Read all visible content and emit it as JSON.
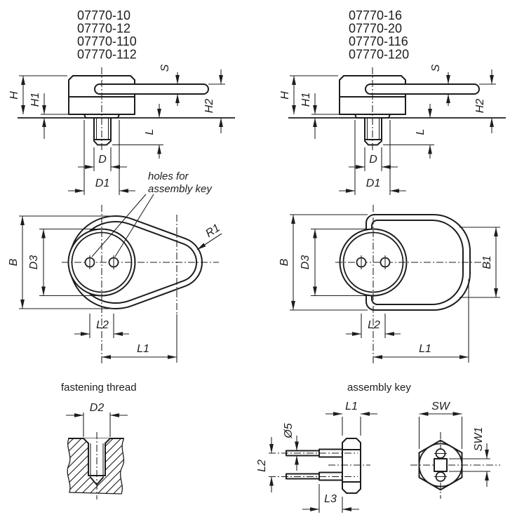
{
  "drawing": {
    "series_left": [
      "07770-10",
      "07770-12",
      "07770-110",
      "07770-112"
    ],
    "series_right": [
      "07770-16",
      "07770-20",
      "07770-116",
      "07770-120"
    ],
    "dims": {
      "h": "H",
      "h1": "H1",
      "h2": "H2",
      "s": "S",
      "l": "L",
      "d": "D",
      "d1": "D1",
      "b": "B",
      "b1": "B1",
      "d3": "D3",
      "l1": "L1",
      "l2": "L2",
      "l3": "L3",
      "r1": "R1",
      "d2": "D2",
      "dia5": "Ø5",
      "sw": "SW",
      "sw1": "SW1"
    },
    "notes": {
      "holes_line1": "holes for",
      "holes_line2": "assembly key"
    },
    "captions": {
      "fastening_thread": "fastening thread",
      "assembly_key": "assembly key"
    },
    "colors": {
      "ink": "#1d1d1d",
      "paper": "#ffffff"
    }
  }
}
